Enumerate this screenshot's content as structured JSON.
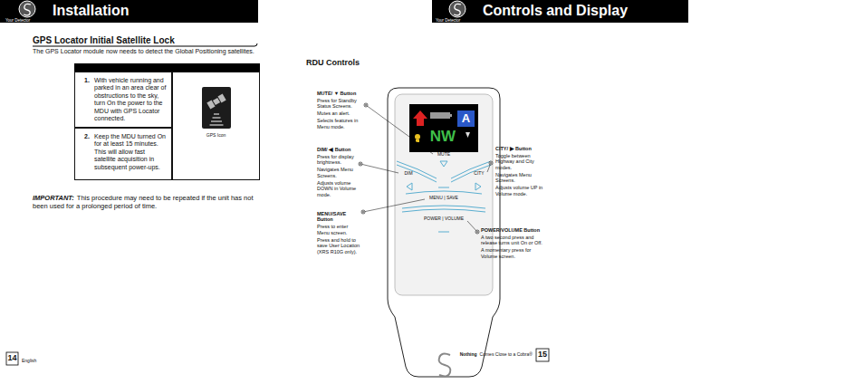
{
  "diagram": {
    "nodes": [
      {
        "text": [
          "1.",
          "With vehicle running and parked in an area clear of obstructions to the sky, turn On the power to the MDU with GPS Locator connected."
        ]
      },
      {
        "text": [
          "2.",
          "Keep the MDU turned On for at least 15 minutes. This will allow fast satellite acquisition in subsequent power-ups."
        ]
      },
      {
        "text": [
          "GPS Icon"
        ]
      }
    ],
    "labels": [
      "Your Detector",
      "Installation",
      "Your Detector",
      "Controls and Display",
      "GPS Locator Initial Satellite Lock",
      "The GPS Locator module now needs to detect the Global Positioning satellites.",
      "IMPORTANT:",
      "This procedure may need to be repeated if the unit has not been used for a prolonged period of time.",
      "14",
      "English",
      "RDU Controls",
      "MUTE/ ▼ Button",
      "Press for Standby Status Screens.",
      "Mutes an alert.",
      "Selects features in Menu mode.",
      "DIM/ ◀ Button",
      "Press for display brightness.",
      "Navigates Menu Screens.",
      "Adjusts volume DOWN in Volume mode.",
      "MENU/SAVE Button",
      "Press to enter Menu screen.",
      "Press and hold to save User Location (XRS R10G only).",
      "CITY/ ▶ Button",
      "Toggle between Highway and City modes.",
      "Navigates Menu Screens.",
      "Adjusts volume UP in Volume mode.",
      "POWER/VOLUME Button",
      "A two second press and release turns unit On or Off.",
      "A momentary press for Volume screen.",
      "MUTE",
      "DIM",
      "CITY",
      "MENU | SAVE",
      "POWER | VOLUME",
      "A",
      "NW",
      "Nothing",
      "Comes Close to a Cobra®",
      "15"
    ]
  }
}
